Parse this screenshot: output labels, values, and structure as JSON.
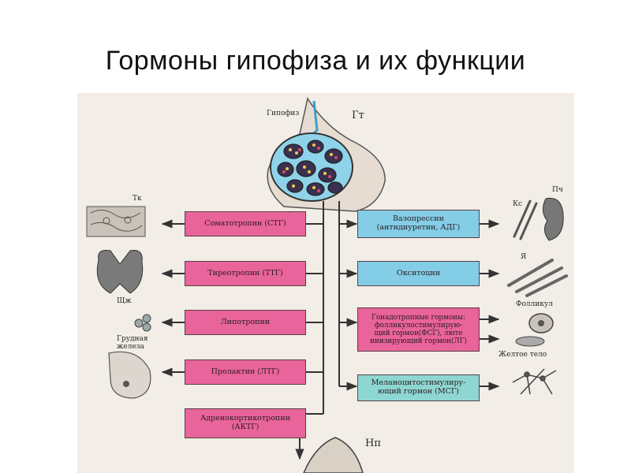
{
  "title": "Гормоны гипофиза и их функции",
  "labels": {
    "hypophysis": "Гипофиз",
    "gt": "Гт",
    "tk": "Тк",
    "shch": "Щж",
    "breast": "Грудная\nжелеза",
    "ks": "Кс",
    "pch": "Пч",
    "ya": "Я",
    "follicle": "Фолликул",
    "corpus_luteum": "Желтое тело",
    "np": "Нп"
  },
  "left_hormones": [
    {
      "text": "Соматотропин (СТГ)"
    },
    {
      "text": "Тиреотропин (ТТГ)"
    },
    {
      "text": "Липотропин"
    },
    {
      "text": "Пролактин (ЛТГ)"
    },
    {
      "text": "Адренокортикотропин\n(АКТГ)"
    }
  ],
  "right_hormones": [
    {
      "text": "Вазопрессин\n(антидиуретин, АДГ)"
    },
    {
      "text": "Окситоцин"
    },
    {
      "text": "Гонадотропные гормоны:\nфолликулостимулирую-\nщий гормон(ФСГ), люте\nинизирующий гормон(ЛГ)"
    },
    {
      "text": "Меланоцитостимулиру-\nющий гормон (МСГ)"
    }
  ],
  "colors": {
    "panel": "#f2ede6",
    "pink_box": "#e8649a",
    "blue_box": "#84cde6",
    "teal_box": "#8ed6d1",
    "gland_fill": "#8fd3ea",
    "line": "#3a3a3a"
  }
}
